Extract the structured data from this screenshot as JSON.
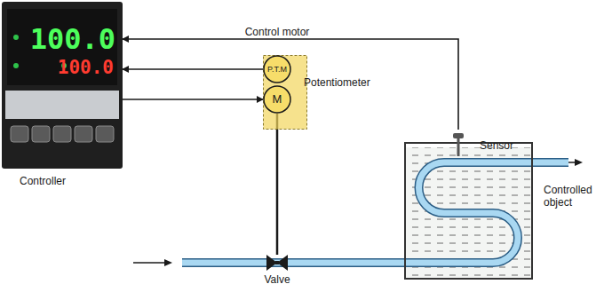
{
  "diagram": {
    "nodes": [
      {
        "text": [
          "100.0",
          "100.0",
          "Controller"
        ]
      },
      {
        "text": [
          "Control motor"
        ]
      },
      {
        "text": [
          "P.T.M"
        ],
        "in": 1
      },
      {
        "text": [
          "M"
        ],
        "in": 1
      },
      {
        "text": [
          "Valve"
        ]
      },
      {
        "text": [
          "Controlled object"
        ]
      },
      {
        "text": [
          "Sensor"
        ]
      }
    ],
    "edges": [
      {
        "from": 6,
        "to": 0,
        "arrow": "to"
      },
      {
        "from": 2,
        "to": 0,
        "arrow": "to"
      },
      {
        "from": 0,
        "to": 3,
        "arrow": "to"
      },
      {
        "from": 3,
        "to": 4,
        "arrow": "none"
      }
    ],
    "labels": [
      "Potentiometer"
    ]
  }
}
